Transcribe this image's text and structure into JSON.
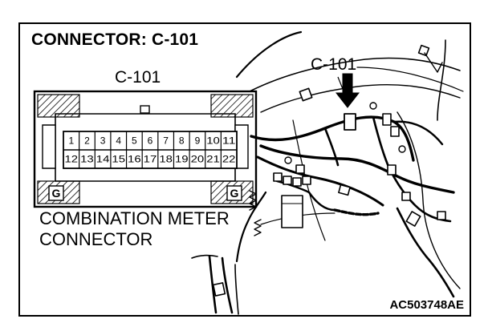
{
  "title": "CONNECTOR: C-101",
  "connector_label": "C-101",
  "callout_label": "C-101",
  "caption_line1": "COMBINATION METER",
  "caption_line2": "CONNECTOR",
  "figure_code": "AC503748AE",
  "ground_label": "G",
  "pins_top": [
    "1",
    "2",
    "3",
    "4",
    "5",
    "6",
    "7",
    "8",
    "9",
    "10",
    "11"
  ],
  "pins_bottom": [
    "12",
    "13",
    "14",
    "15",
    "16",
    "17",
    "18",
    "19",
    "20",
    "21",
    "22"
  ]
}
